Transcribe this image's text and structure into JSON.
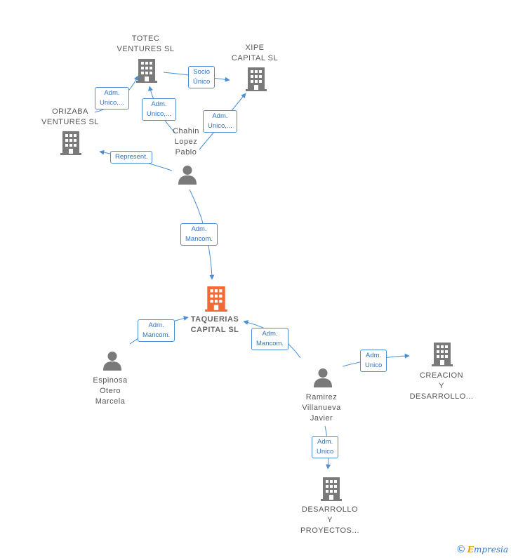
{
  "colors": {
    "company": "#7a7a7a",
    "company_main": "#f06a36",
    "person": "#7a7a7a",
    "edge": "#4a8ed8",
    "edge_label_text": "#2f72c0"
  },
  "nodes": {
    "totec": {
      "label": "TOTEC\nVENTURES SL",
      "icon": "building-icon"
    },
    "xipe": {
      "label": "XIPE\nCAPITAL SL",
      "icon": "building-icon"
    },
    "orizaba": {
      "label": "ORIZABA\nVENTURES SL",
      "icon": "building-icon"
    },
    "chahin": {
      "label": "Chahin\nLopez\nPablo",
      "icon": "person-icon"
    },
    "taquerias": {
      "label": "TAQUERIAS\nCAPITAL SL",
      "icon": "building-icon"
    },
    "espinosa": {
      "label": "Espinosa\nOtero\nMarcela",
      "icon": "person-icon"
    },
    "ramirez": {
      "label": "Ramirez\nVillanueva\nJavier",
      "icon": "person-icon"
    },
    "creacion": {
      "label": "CREACION\nY\nDESARROLLO...",
      "icon": "building-icon"
    },
    "desarrollo": {
      "label": "DESARROLLO\nY\nPROYECTOS...",
      "icon": "building-icon"
    }
  },
  "edges": {
    "totec_xipe": "Socio\nÚnico",
    "orizaba_totec": "Adm.\nUnico,...",
    "chahin_totec": "Adm.\nUnico,...",
    "chahin_xipe": "Adm.\nUnico,...",
    "chahin_orizaba": "Represent.",
    "chahin_taquerias": "Adm.\nMancom.",
    "espinosa_taquerias": "Adm.\nMancom.",
    "ramirez_taquerias": "Adm.\nMancom.",
    "ramirez_creacion": "Adm.\nUnico",
    "ramirez_desarrollo": "Adm.\nUnico"
  },
  "footer": {
    "copyright": "©",
    "brand_initial": "E",
    "brand_rest": "mpresia"
  }
}
